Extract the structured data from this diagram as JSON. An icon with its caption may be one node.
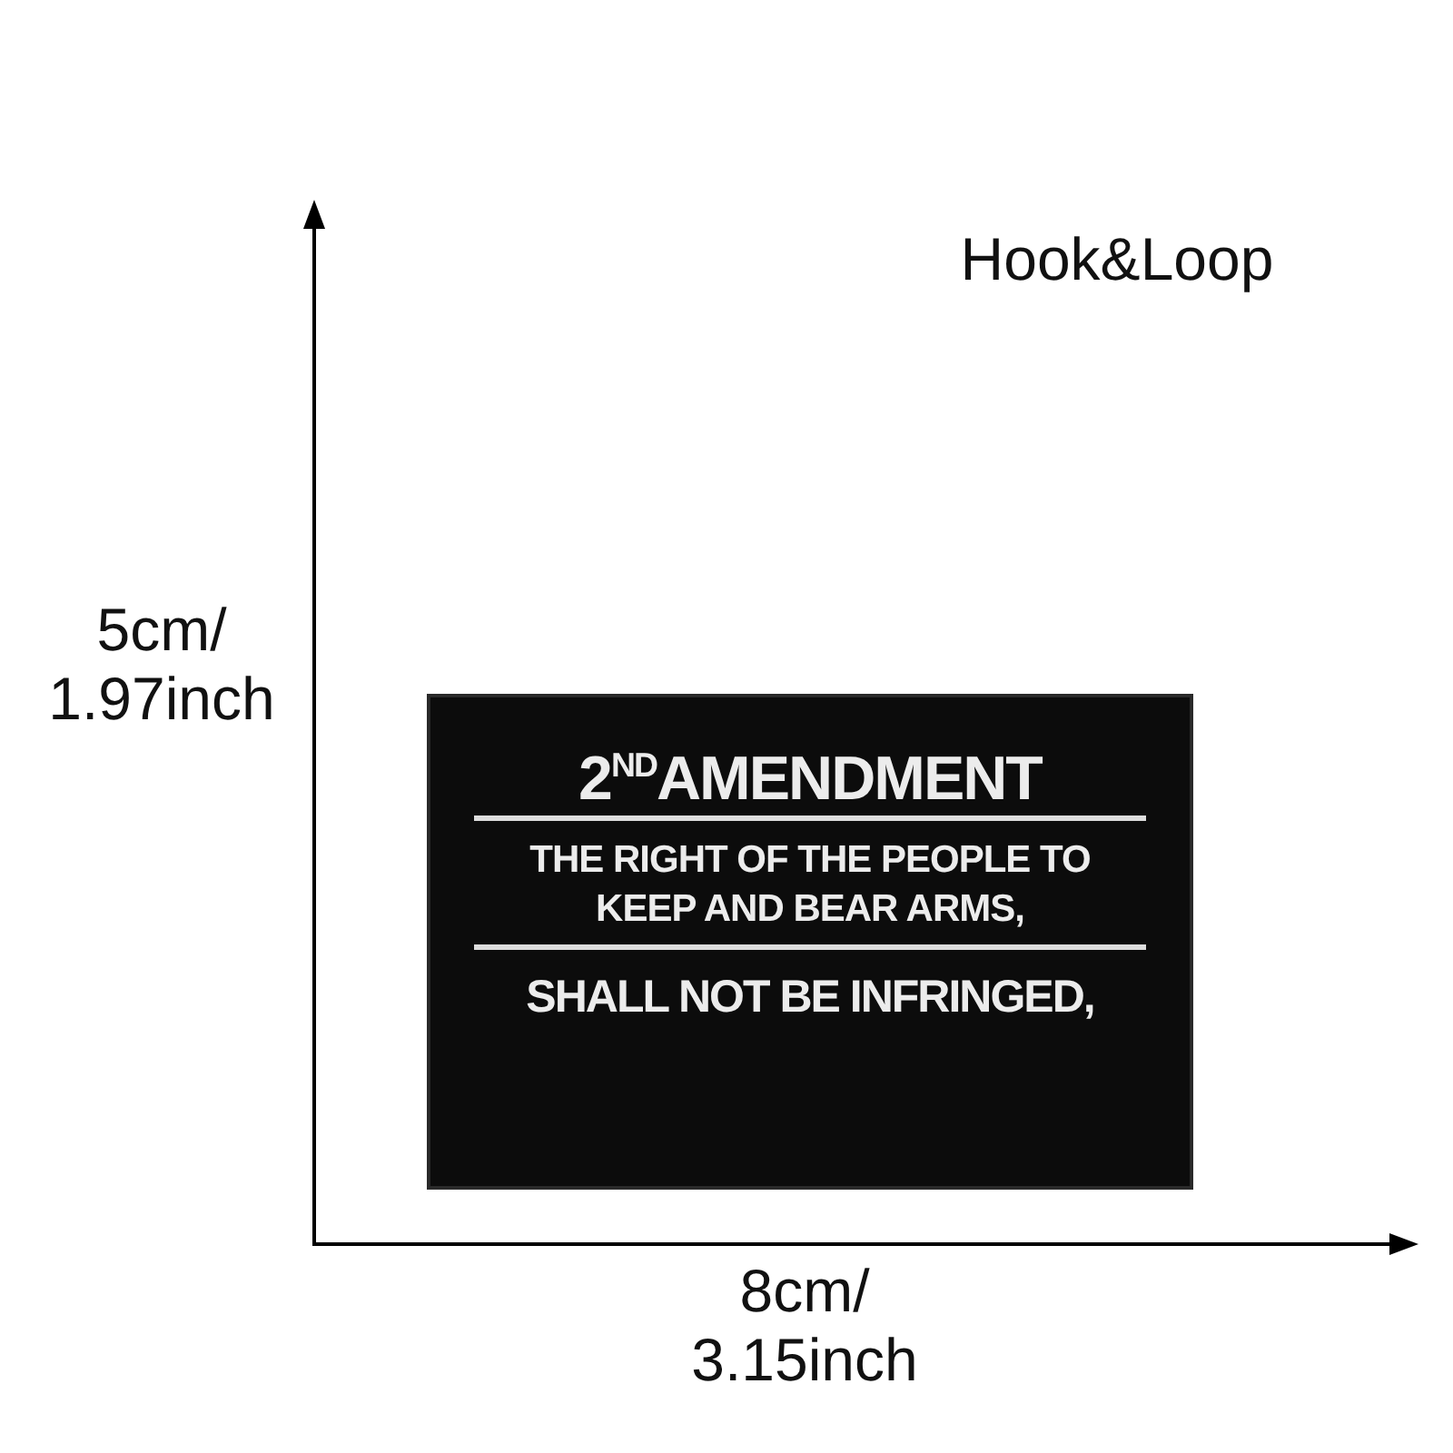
{
  "diagram": {
    "nodes": [
      {
        "text": [
          "2$^{ND}$AMENDMENT",
          "THE RIGHT OF THE PEOPLE TO KEEP AND BEAR ARMS,",
          "SHALL NOT BE INFRINGED,"
        ]
      }
    ],
    "labels": [
      "Hook&Loop",
      "5cm/ 1.97inch",
      "8cm/ 3.15inch"
    ]
  }
}
